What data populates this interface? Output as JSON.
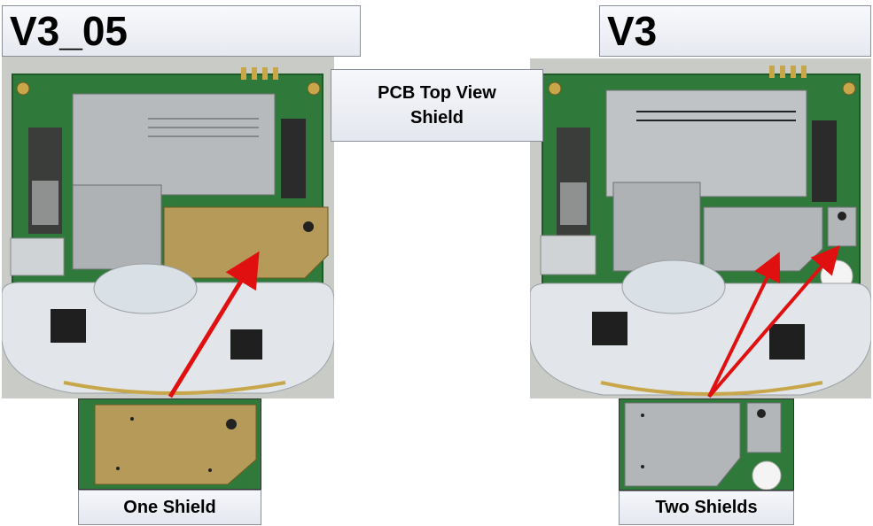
{
  "left_panel": {
    "title": "V3_05",
    "caption": "One Shield"
  },
  "right_panel": {
    "title": "V3",
    "caption": "Two Shields"
  },
  "center_label": {
    "line1": "PCB Top View",
    "line2": "Shield"
  },
  "colors": {
    "arrow": "#e01010",
    "pcb_green": "#2f7a3b",
    "shield_gold": "#b59a5a",
    "shield_silver": "#aeb2b5",
    "label_fill": "#eef0f6"
  }
}
